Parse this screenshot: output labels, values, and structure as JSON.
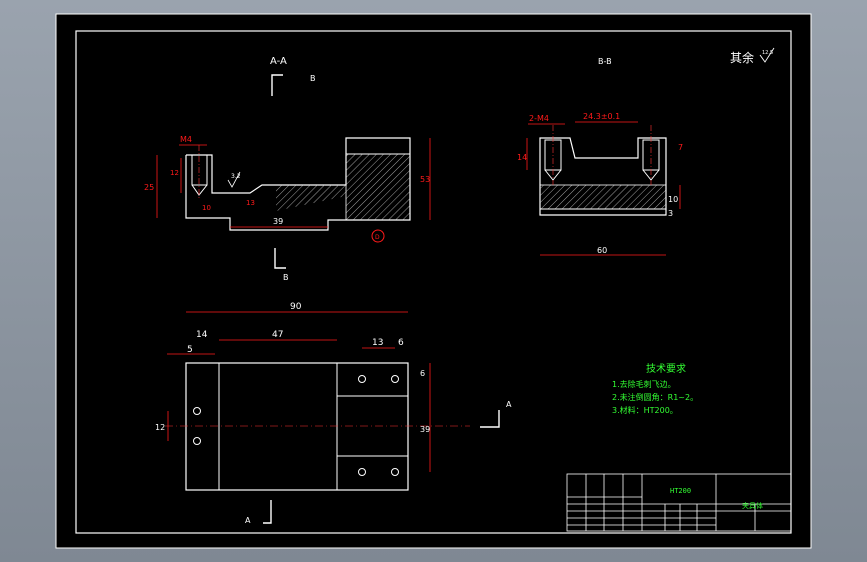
{
  "colors": {
    "background": "#000000",
    "frame": "#ffffff",
    "dimension": "#ff1a1a",
    "notes": "#33ff33",
    "centerline": "#ff3333",
    "outline": "#ffffff"
  },
  "views": {
    "section_aa_label": "A-A",
    "section_bb_label": "B-B",
    "cut_marker_b": "B",
    "cut_marker_a": "A",
    "roughness_other": "其余",
    "roughness_value": "12.5"
  },
  "dims_aa": {
    "thread": "M4",
    "d12": "12",
    "d25": "25",
    "d10": "10",
    "d13": "13",
    "d39": "39",
    "d53": "53",
    "roughness": "3.2",
    "datum": "D"
  },
  "dims_bb": {
    "thread": "2-M4",
    "pitch": "24.3±0.1",
    "d14": "14",
    "d7": "7",
    "d10": "10",
    "d3": "3",
    "d60": "60"
  },
  "dims_plan": {
    "d90": "90",
    "d14": "14",
    "d47": "47",
    "d5": "5",
    "d13": "13",
    "d6a": "6",
    "d6b": "6",
    "d12": "12",
    "d39": "39"
  },
  "notes": {
    "title": "技术要求",
    "line1": "1.去除毛刺飞边。",
    "line2": "2.未注倒圆角：R1~2。",
    "line3": "3.材料：HT200。"
  },
  "title_block": {
    "material": "HT200",
    "part_name": "夹具体"
  }
}
